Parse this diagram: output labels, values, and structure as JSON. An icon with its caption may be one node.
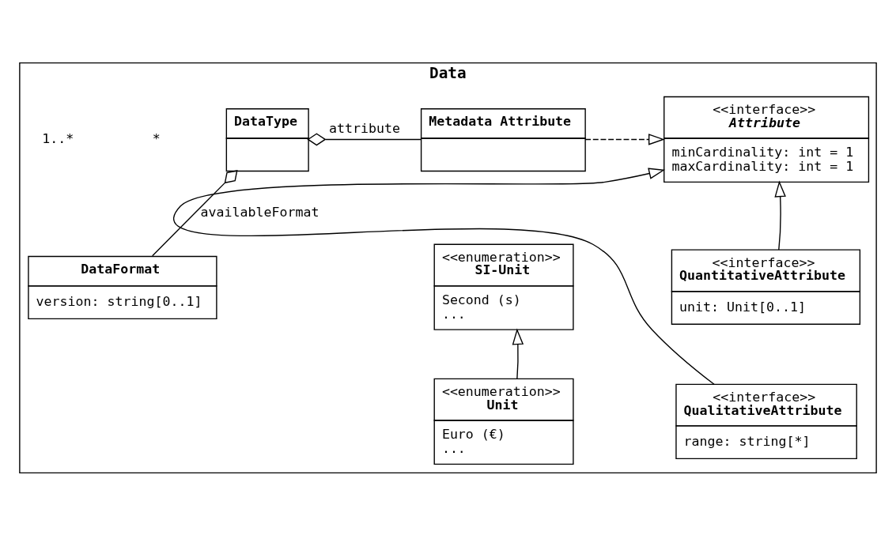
{
  "diagram": {
    "nodes": [
      {
        "text": [
          "Data"
        ]
      },
      {
        "text": [
          "DataType"
        ],
        "in": 0
      },
      {
        "text": [
          "Metadata Attribute"
        ],
        "in": 0
      },
      {
        "text": [
          "<<interface>>",
          "Attribute",
          "minCardinality: int = 1",
          "maxCardinality: int = 1"
        ],
        "in": 0
      },
      {
        "text": [
          "DataFormat",
          "version: string[0..1]"
        ],
        "in": 0
      },
      {
        "text": [
          "<<enumeration>>",
          "SI-Unit",
          "Second (s)",
          "..."
        ],
        "in": 0
      },
      {
        "text": [
          "<<interface>>",
          "QuantitativeAttribute",
          "unit: Unit[0..1]"
        ],
        "in": 0
      },
      {
        "text": [
          "<<enumeration>>",
          "Unit",
          "Euro (€)",
          "..."
        ],
        "in": 0
      },
      {
        "text": [
          "<<interface>>",
          "QualitativeAttribute",
          "range: string[*]"
        ],
        "in": 0
      }
    ],
    "edges": [
      {
        "from": 1,
        "to": 2,
        "arrow": "other",
        "label": "attribute"
      },
      {
        "from": 1,
        "to": 4,
        "arrow": "other",
        "label": "availableFormat"
      },
      {
        "from": 2,
        "to": 3,
        "arrow": "to",
        "style": "dashed"
      },
      {
        "from": 7,
        "to": 5,
        "arrow": "to"
      },
      {
        "from": 6,
        "to": 3,
        "arrow": "to"
      },
      {
        "from": 8,
        "to": 3,
        "arrow": "to"
      }
    ],
    "labels": [
      "*",
      "1..*"
    ]
  }
}
